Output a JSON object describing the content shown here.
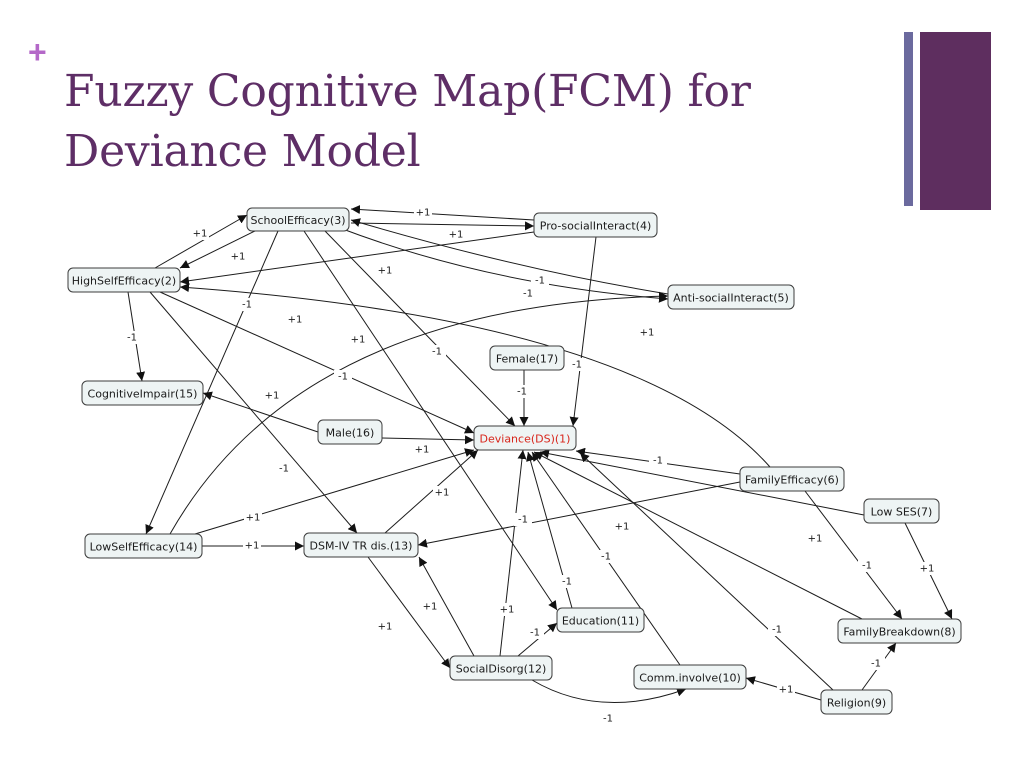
{
  "slide": {
    "plus": "+",
    "title_line1": "Fuzzy Cognitive Map(FCM) for",
    "title_line2": "Deviance Model",
    "accent_color": "#5e2e66",
    "plus_color": "#b468c8"
  },
  "diagram": {
    "nodes": [
      {
        "id": "school",
        "label": "SchoolEfficacy(3)"
      },
      {
        "id": "prosocial",
        "label": "Pro-socialInteract(4)"
      },
      {
        "id": "highself",
        "label": "HighSelfEfficacy(2)"
      },
      {
        "id": "antisocial",
        "label": "Anti-socialInteract(5)"
      },
      {
        "id": "female",
        "label": "Female(17)"
      },
      {
        "id": "cogimp",
        "label": "CognitiveImpair(15)"
      },
      {
        "id": "male",
        "label": "Male(16)"
      },
      {
        "id": "deviance",
        "label": "Deviance(DS)(1)",
        "target": true
      },
      {
        "id": "familyeff",
        "label": "FamilyEfficacy(6)"
      },
      {
        "id": "lowses",
        "label": "Low SES(7)"
      },
      {
        "id": "lowself",
        "label": "LowSelfEfficacy(14)"
      },
      {
        "id": "dsm",
        "label": "DSM-IV TR dis.(13)"
      },
      {
        "id": "education",
        "label": "Education(11)"
      },
      {
        "id": "familybreak",
        "label": "FamilyBreakdown(8)"
      },
      {
        "id": "socialdis",
        "label": "SocialDisorg(12)"
      },
      {
        "id": "comm",
        "label": "Comm.involve(10)"
      },
      {
        "id": "religion",
        "label": "Religion(9)"
      }
    ],
    "edges": [
      {
        "from": "highself",
        "to": "school",
        "weight": "+1"
      },
      {
        "from": "school",
        "to": "highself",
        "weight": "+1"
      },
      {
        "from": "prosocial",
        "to": "school",
        "weight": "+1"
      },
      {
        "from": "school",
        "to": "prosocial",
        "weight": "+1"
      },
      {
        "from": "prosocial",
        "to": "highself",
        "weight": "+1"
      },
      {
        "from": "antisocial",
        "to": "school",
        "weight": "-1"
      },
      {
        "from": "school",
        "to": "antisocial",
        "weight": "-1"
      },
      {
        "from": "school",
        "to": "lowself",
        "weight": "-1"
      },
      {
        "from": "school",
        "to": "education",
        "weight": "+1"
      },
      {
        "from": "school",
        "to": "deviance",
        "weight": "-1"
      },
      {
        "from": "prosocial",
        "to": "deviance",
        "weight": "-1"
      },
      {
        "from": "lowself",
        "to": "antisocial",
        "weight": "+1"
      },
      {
        "from": "familyeff",
        "to": "highself",
        "weight": "+1"
      },
      {
        "from": "highself",
        "to": "cogimp",
        "weight": "-1"
      },
      {
        "from": "highself",
        "to": "deviance",
        "weight": "-1"
      },
      {
        "from": "highself",
        "to": "dsm",
        "weight": "-1"
      },
      {
        "from": "female",
        "to": "deviance",
        "weight": "-1"
      },
      {
        "from": "male",
        "to": "cogimp",
        "weight": "+1"
      },
      {
        "from": "male",
        "to": "deviance",
        "weight": "+1"
      },
      {
        "from": "familyeff",
        "to": "deviance",
        "weight": "-1"
      },
      {
        "from": "familyeff",
        "to": "dsm",
        "weight": "-1"
      },
      {
        "from": "familyeff",
        "to": "familybreak",
        "weight": "-1"
      },
      {
        "from": "lowses",
        "to": "deviance",
        "weight": "+1"
      },
      {
        "from": "lowses",
        "to": "familybreak",
        "weight": "+1"
      },
      {
        "from": "lowself",
        "to": "dsm",
        "weight": "+1"
      },
      {
        "from": "lowself",
        "to": "deviance",
        "weight": "+1"
      },
      {
        "from": "dsm",
        "to": "deviance",
        "weight": "+1"
      },
      {
        "from": "dsm",
        "to": "socialdis",
        "weight": "+1"
      },
      {
        "from": "socialdis",
        "to": "dsm",
        "weight": "+1"
      },
      {
        "from": "socialdis",
        "to": "deviance",
        "weight": "+1"
      },
      {
        "from": "socialdis",
        "to": "education",
        "weight": "-1"
      },
      {
        "from": "socialdis",
        "to": "comm",
        "weight": "-1"
      },
      {
        "from": "education",
        "to": "deviance",
        "weight": "-1"
      },
      {
        "from": "comm",
        "to": "deviance",
        "weight": "-1"
      },
      {
        "from": "familybreak",
        "to": "deviance",
        "weight": "+1"
      },
      {
        "from": "religion",
        "to": "deviance",
        "weight": "-1"
      },
      {
        "from": "religion",
        "to": "comm",
        "weight": "+1"
      },
      {
        "from": "religion",
        "to": "familybreak",
        "weight": "-1"
      }
    ]
  }
}
